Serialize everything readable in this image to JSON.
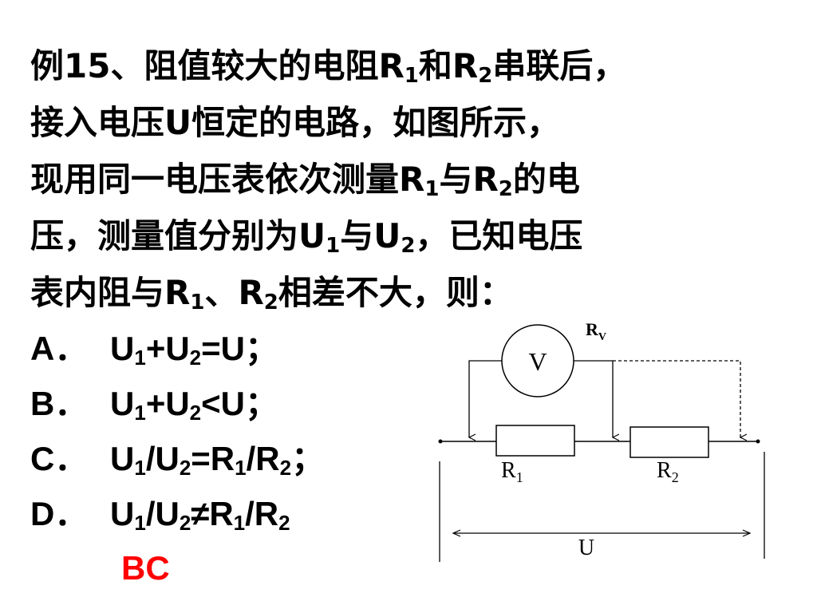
{
  "question": {
    "line1": {
      "a": "例15、阻值较大的电阻R",
      "s1": "1",
      "b": "和R",
      "s2": "2",
      "c": "串联后，"
    },
    "line2": {
      "a": "接入电压U恒定的电路，如图所示，"
    },
    "line3": {
      "a": "现用同一电压表依次测量R",
      "s1": "1",
      "b": "与R",
      "s2": "2",
      "c": "的电"
    },
    "line4": {
      "a": "压，测量值分别为U",
      "s1": "1",
      "b": "与U",
      "s2": "2",
      "c": "，已知电压"
    },
    "line5": {
      "a": "表内阻与R",
      "s1": "1",
      "b": "、R",
      "s2": "2",
      "c": "相差不大，则："
    }
  },
  "options": [
    {
      "letter": "A．",
      "p1": "U",
      "s1": "1",
      "p2": "+U",
      "s2": "2",
      "p3": "=U；",
      "s3": "",
      "p4": "",
      "s4": "",
      "p5": ""
    },
    {
      "letter": "B．",
      "p1": "U",
      "s1": "1",
      "p2": "+U",
      "s2": "2",
      "p3": "<U；",
      "s3": "",
      "p4": "",
      "s4": "",
      "p5": ""
    },
    {
      "letter": "C．",
      "p1": "U",
      "s1": "1",
      "p2": "/U",
      "s2": "2",
      "p3": "=R",
      "s3": "1",
      "p4": "/R",
      "s4": "2",
      "p5": "；"
    },
    {
      "letter": "D．",
      "p1": "U",
      "s1": "1",
      "p2": "/U",
      "s2": "2",
      "p3": "≠R",
      "s3": "1",
      "p4": "/R",
      "s4": "2",
      "p5": ""
    }
  ],
  "answer": "BC",
  "circuit": {
    "voltmeter_label": "V",
    "rv_label": "R",
    "rv_sub": "V",
    "r1_label": "R",
    "r1_sub": "1",
    "r2_label": "R",
    "r2_sub": "2",
    "u_label": "U"
  },
  "colors": {
    "answer": "#ff0000",
    "text": "#000000"
  }
}
